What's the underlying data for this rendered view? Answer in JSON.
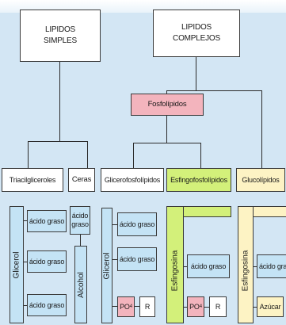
{
  "top": {
    "simple": "LIPIDOS\nSIMPLES",
    "complex": "LIPIDOS\nCOMPLEJOS"
  },
  "middle": {
    "phospholipids": "Fosfolípidos",
    "triacylglycerols": "Triacilgliceroles",
    "waxes": "Ceras",
    "glycerophospholipids": "Glicerofosfolípidos",
    "sphingophospholipids": "Esfingofosfolípidos",
    "glycolipids": "Glucolípidos"
  },
  "structures": {
    "glycerol": "Glicerol",
    "alcohol": "Alcohol",
    "sphingosine": "Esfingosina",
    "fatty_acid": "ácido graso",
    "fatty_acid_wrapped": "ácido\ngraso",
    "phosphate": "PO",
    "phosphate_sub": "4",
    "r_group": "R",
    "sugar": "Azúcar"
  },
  "colors": {
    "background": "#d3e6f4",
    "phospholipid_box": "#f3b4bd",
    "sphingo_box": "#d3f07a",
    "glycolipid_box": "#fdf3c4",
    "structure_box": "#c4e3f5"
  }
}
